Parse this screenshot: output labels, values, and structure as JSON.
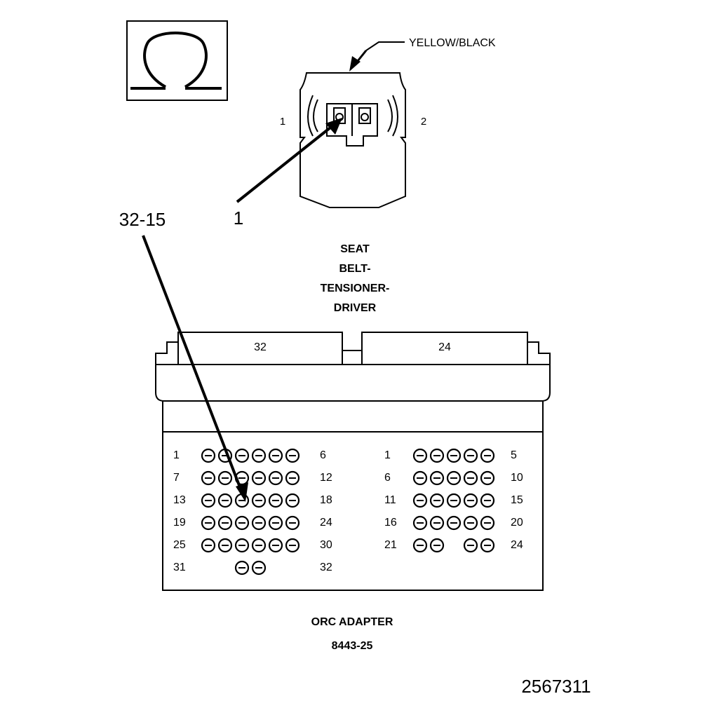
{
  "symbol": {
    "icon": "ohm-icon",
    "glyph": "Ω"
  },
  "top_connector": {
    "wire_label": "YELLOW/BLACK",
    "pin_left_label": "1",
    "pin_right_label": "2",
    "callout_label": "1"
  },
  "probe_callout_label": "32-15",
  "component_title_lines": [
    "SEAT",
    "BELT-",
    "TENSIONER-",
    "DRIVER"
  ],
  "adapter": {
    "connectors": [
      {
        "header_label": "32",
        "pin_rows": [
          {
            "start": "1",
            "end": "6",
            "pins": [
              true,
              true,
              true,
              true,
              true,
              true
            ]
          },
          {
            "start": "7",
            "end": "12",
            "pins": [
              true,
              true,
              true,
              true,
              true,
              true
            ]
          },
          {
            "start": "13",
            "end": "18",
            "pins": [
              true,
              true,
              true,
              true,
              true,
              true
            ]
          },
          {
            "start": "19",
            "end": "24",
            "pins": [
              true,
              true,
              true,
              true,
              true,
              true
            ]
          },
          {
            "start": "25",
            "end": "30",
            "pins": [
              true,
              true,
              true,
              true,
              true,
              true
            ]
          },
          {
            "start": "31",
            "end": "32",
            "pins": [
              false,
              false,
              true,
              true,
              false,
              false
            ]
          }
        ]
      },
      {
        "header_label": "24",
        "pin_rows": [
          {
            "start": "1",
            "end": "5",
            "pins": [
              true,
              true,
              true,
              true,
              true
            ]
          },
          {
            "start": "6",
            "end": "10",
            "pins": [
              true,
              true,
              true,
              true,
              true
            ]
          },
          {
            "start": "11",
            "end": "15",
            "pins": [
              true,
              true,
              true,
              true,
              true
            ]
          },
          {
            "start": "16",
            "end": "20",
            "pins": [
              true,
              true,
              true,
              true,
              true
            ]
          },
          {
            "start": "21",
            "end": "24",
            "pins": [
              true,
              true,
              false,
              true,
              true
            ]
          }
        ]
      }
    ],
    "name": "ORC ADAPTER",
    "part_number": "8443-25"
  },
  "figure_number": "2567311"
}
